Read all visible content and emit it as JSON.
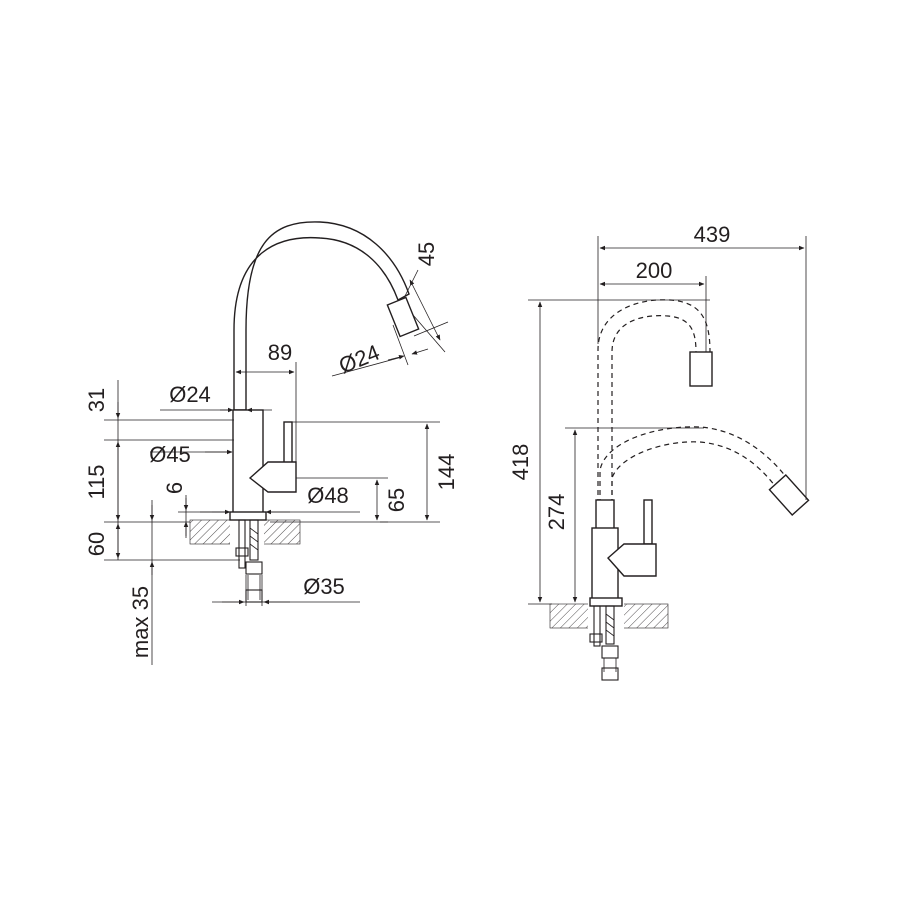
{
  "colors": {
    "line": "#231f20",
    "background": "#ffffff"
  },
  "side_view": {
    "dims": {
      "spout_top_gap": "31",
      "upper_height": "115",
      "base_gap": "60",
      "thread": "max 35",
      "step": "6",
      "spout_reach": "89",
      "spout_dia": "Ø24",
      "body_dia": "Ø45",
      "base_dia": "Ø48",
      "thread_dia": "Ø35",
      "lever_height": "65",
      "total_height": "144",
      "tip_dia": "Ø24",
      "tip_length": "45"
    }
  },
  "front_view": {
    "dims": {
      "reach_max": "439",
      "reach_min": "200",
      "height_max": "418",
      "height_min": "274"
    }
  }
}
